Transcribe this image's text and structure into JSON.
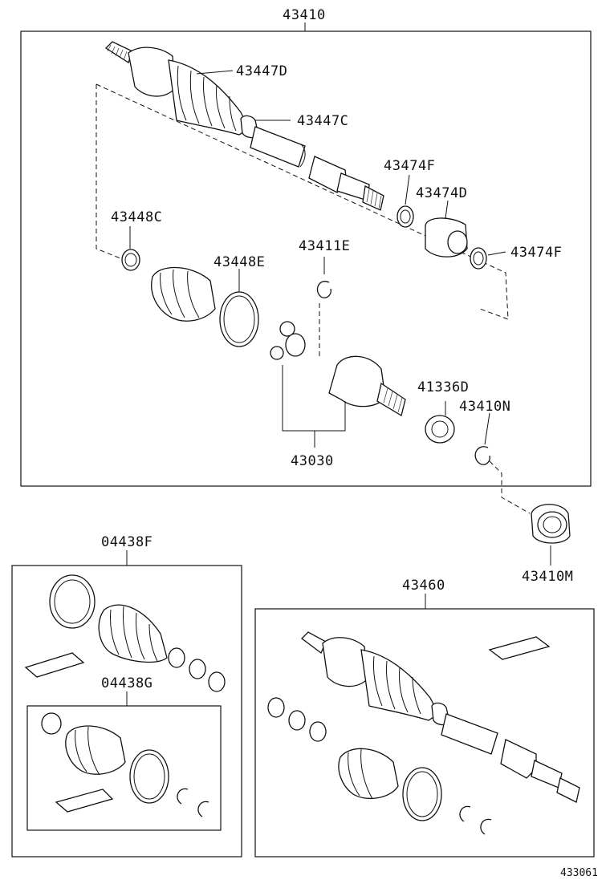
{
  "labels": {
    "assembly": "43410",
    "boot_clamp_large": "43447D",
    "boot_clamp_small": "43447C",
    "inner_clamp_small": "43448C",
    "inner_boot": "43448E",
    "snap_ring_inner": "43411E",
    "clamp_f_upper": "43474F",
    "damper": "43474D",
    "clamp_f_lower": "43474F",
    "inner_joint": "43030",
    "dust_seal": "41336D",
    "snap_ring": "43410N",
    "bearing": "43410M",
    "boot_kit_outer": "04438F",
    "boot_kit_inner": "04438G",
    "shaft_assembly_alt": "43460"
  },
  "figure_number": "433061"
}
